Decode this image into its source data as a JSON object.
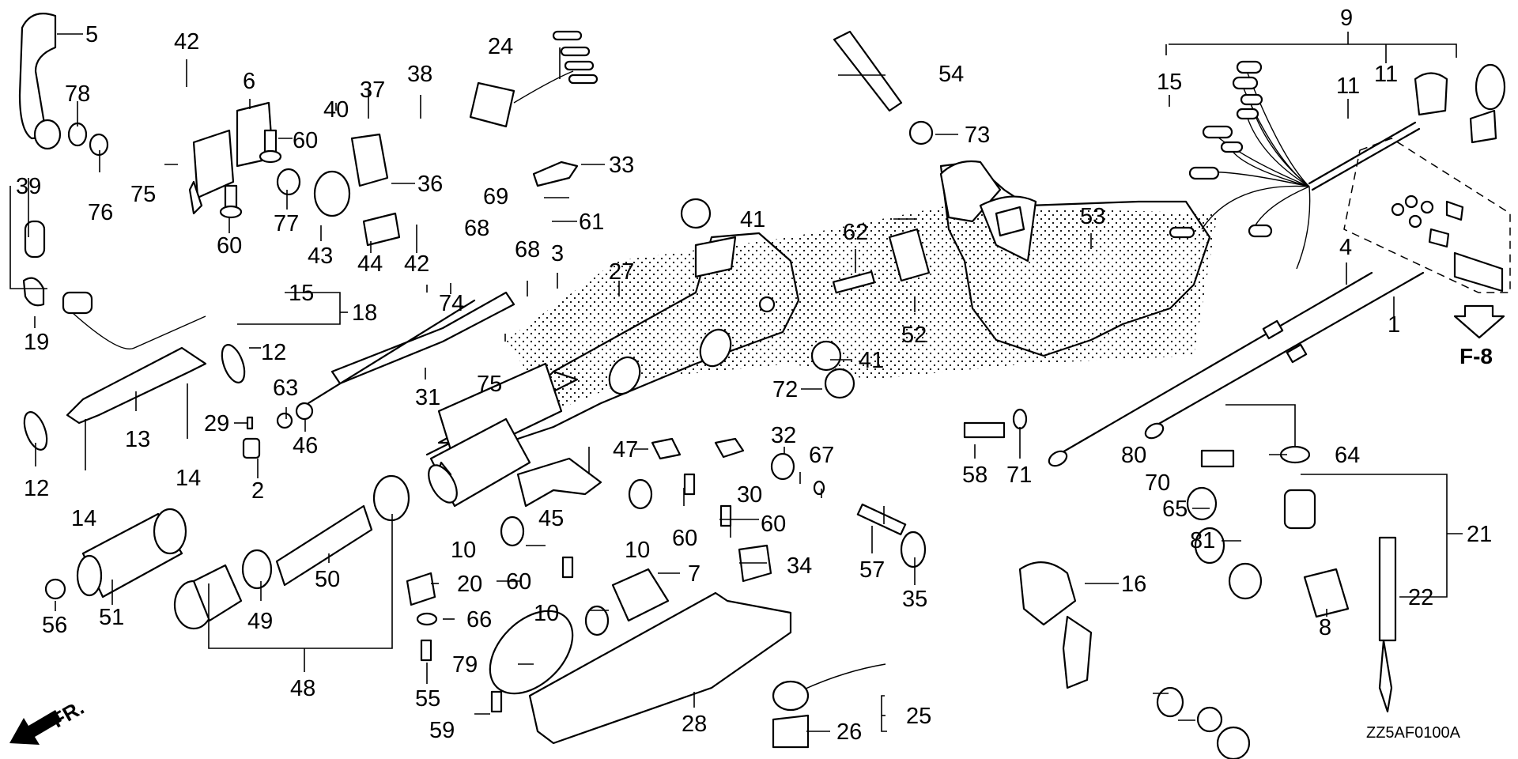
{
  "diagram": {
    "title": "Steering Handle / Tiller Assembly Exploded Parts Diagram",
    "drawing_code": "ZZ5AF0100A",
    "reference_arrow_label": "F-8",
    "front_indicator_label": "FR.",
    "callouts": {
      "c1": "1",
      "c2": "2",
      "c3": "3",
      "c4": "4",
      "c5": "5",
      "c6": "6",
      "c7": "7",
      "c8": "8",
      "c9": "9",
      "c10a": "10",
      "c10b": "10",
      "c10c": "10",
      "c11a": "11",
      "c11b": "11",
      "c12a": "12",
      "c12b": "12",
      "c13": "13",
      "c14a": "14",
      "c14b": "14",
      "c15a": "15",
      "c15b": "15",
      "c16": "16",
      "c18": "18",
      "c19": "19",
      "c20": "20",
      "c21": "21",
      "c22": "22",
      "c24": "24",
      "c25": "25",
      "c26": "26",
      "c27": "27",
      "c28": "28",
      "c29": "29",
      "c30": "30",
      "c31": "31",
      "c32": "32",
      "c33": "33",
      "c34": "34",
      "c35": "35",
      "c36": "36",
      "c37": "37",
      "c38": "38",
      "c39": "39",
      "c40": "40",
      "c41a": "41",
      "c41b": "41",
      "c42a": "42",
      "c42b": "42",
      "c43": "43",
      "c44": "44",
      "c45": "45",
      "c46": "46",
      "c47": "47",
      "c48": "48",
      "c49": "49",
      "c50": "50",
      "c51": "51",
      "c52": "52",
      "c53": "53",
      "c54": "54",
      "c55": "55",
      "c56": "56",
      "c57": "57",
      "c58": "58",
      "c59": "59",
      "c60a": "60",
      "c60b": "60",
      "c60c": "60",
      "c60d": "60",
      "c60e": "60",
      "c61": "61",
      "c62": "62",
      "c63": "63",
      "c64": "64",
      "c65": "65",
      "c66": "66",
      "c67": "67",
      "c68a": "68",
      "c68b": "68",
      "c69": "69",
      "c70": "70",
      "c71": "71",
      "c72": "72",
      "c73": "73",
      "c74": "74",
      "c75a": "75",
      "c75b": "75",
      "c76": "76",
      "c77": "77",
      "c78": "78",
      "c79": "79",
      "c80": "80",
      "c81": "81"
    }
  }
}
